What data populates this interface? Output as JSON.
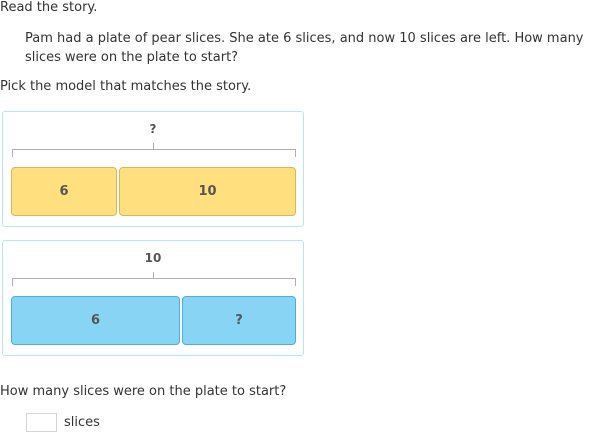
{
  "instructions": {
    "read_story": "Read the story.",
    "story_line1": "Pam had a plate of pear slices. She ate 6 slices, and now 10 slices are left. How many",
    "story_line2": "slices were on the plate to start?",
    "pick_model": "Pick the model that matches the story."
  },
  "models": [
    {
      "total_label": "?",
      "color": "#ffdf7e",
      "segments": [
        {
          "label": "6"
        },
        {
          "label": "10"
        }
      ]
    },
    {
      "total_label": "10",
      "color": "#88d4f5",
      "segments": [
        {
          "label": "6"
        },
        {
          "label": "?"
        }
      ]
    }
  ],
  "question": {
    "prompt": "How many slices were on the plate to start?",
    "answer_value": "",
    "unit": "slices"
  }
}
